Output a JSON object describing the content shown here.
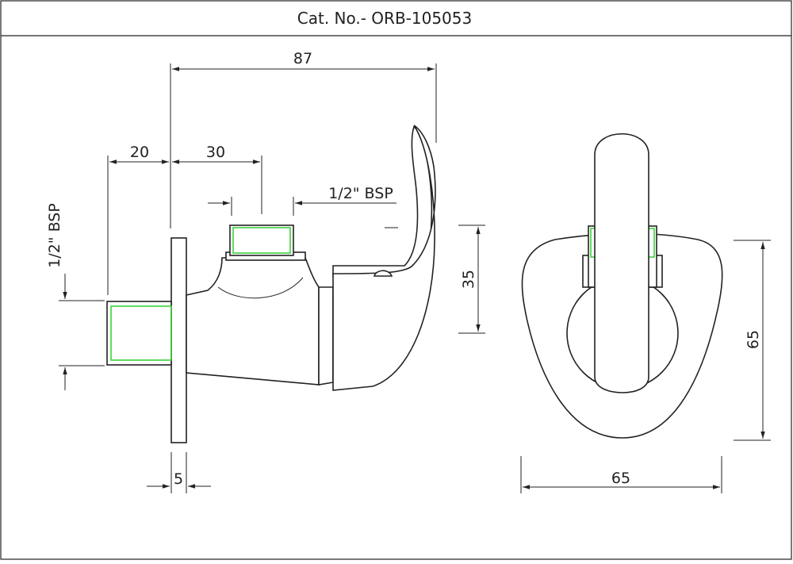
{
  "title": "Cat. No.- ORB-105053",
  "dimensions": {
    "overall_length": "87",
    "inlet_length": "20",
    "outlet_offset": "30",
    "outlet_thread": "1/2\" BSP",
    "inlet_thread": "1/2\" BSP",
    "handle_height": "35",
    "flange_thickness": "5",
    "front_width": "65",
    "front_height": "65"
  },
  "colors": {
    "thread": "#3cd23c",
    "line": "#222222"
  }
}
